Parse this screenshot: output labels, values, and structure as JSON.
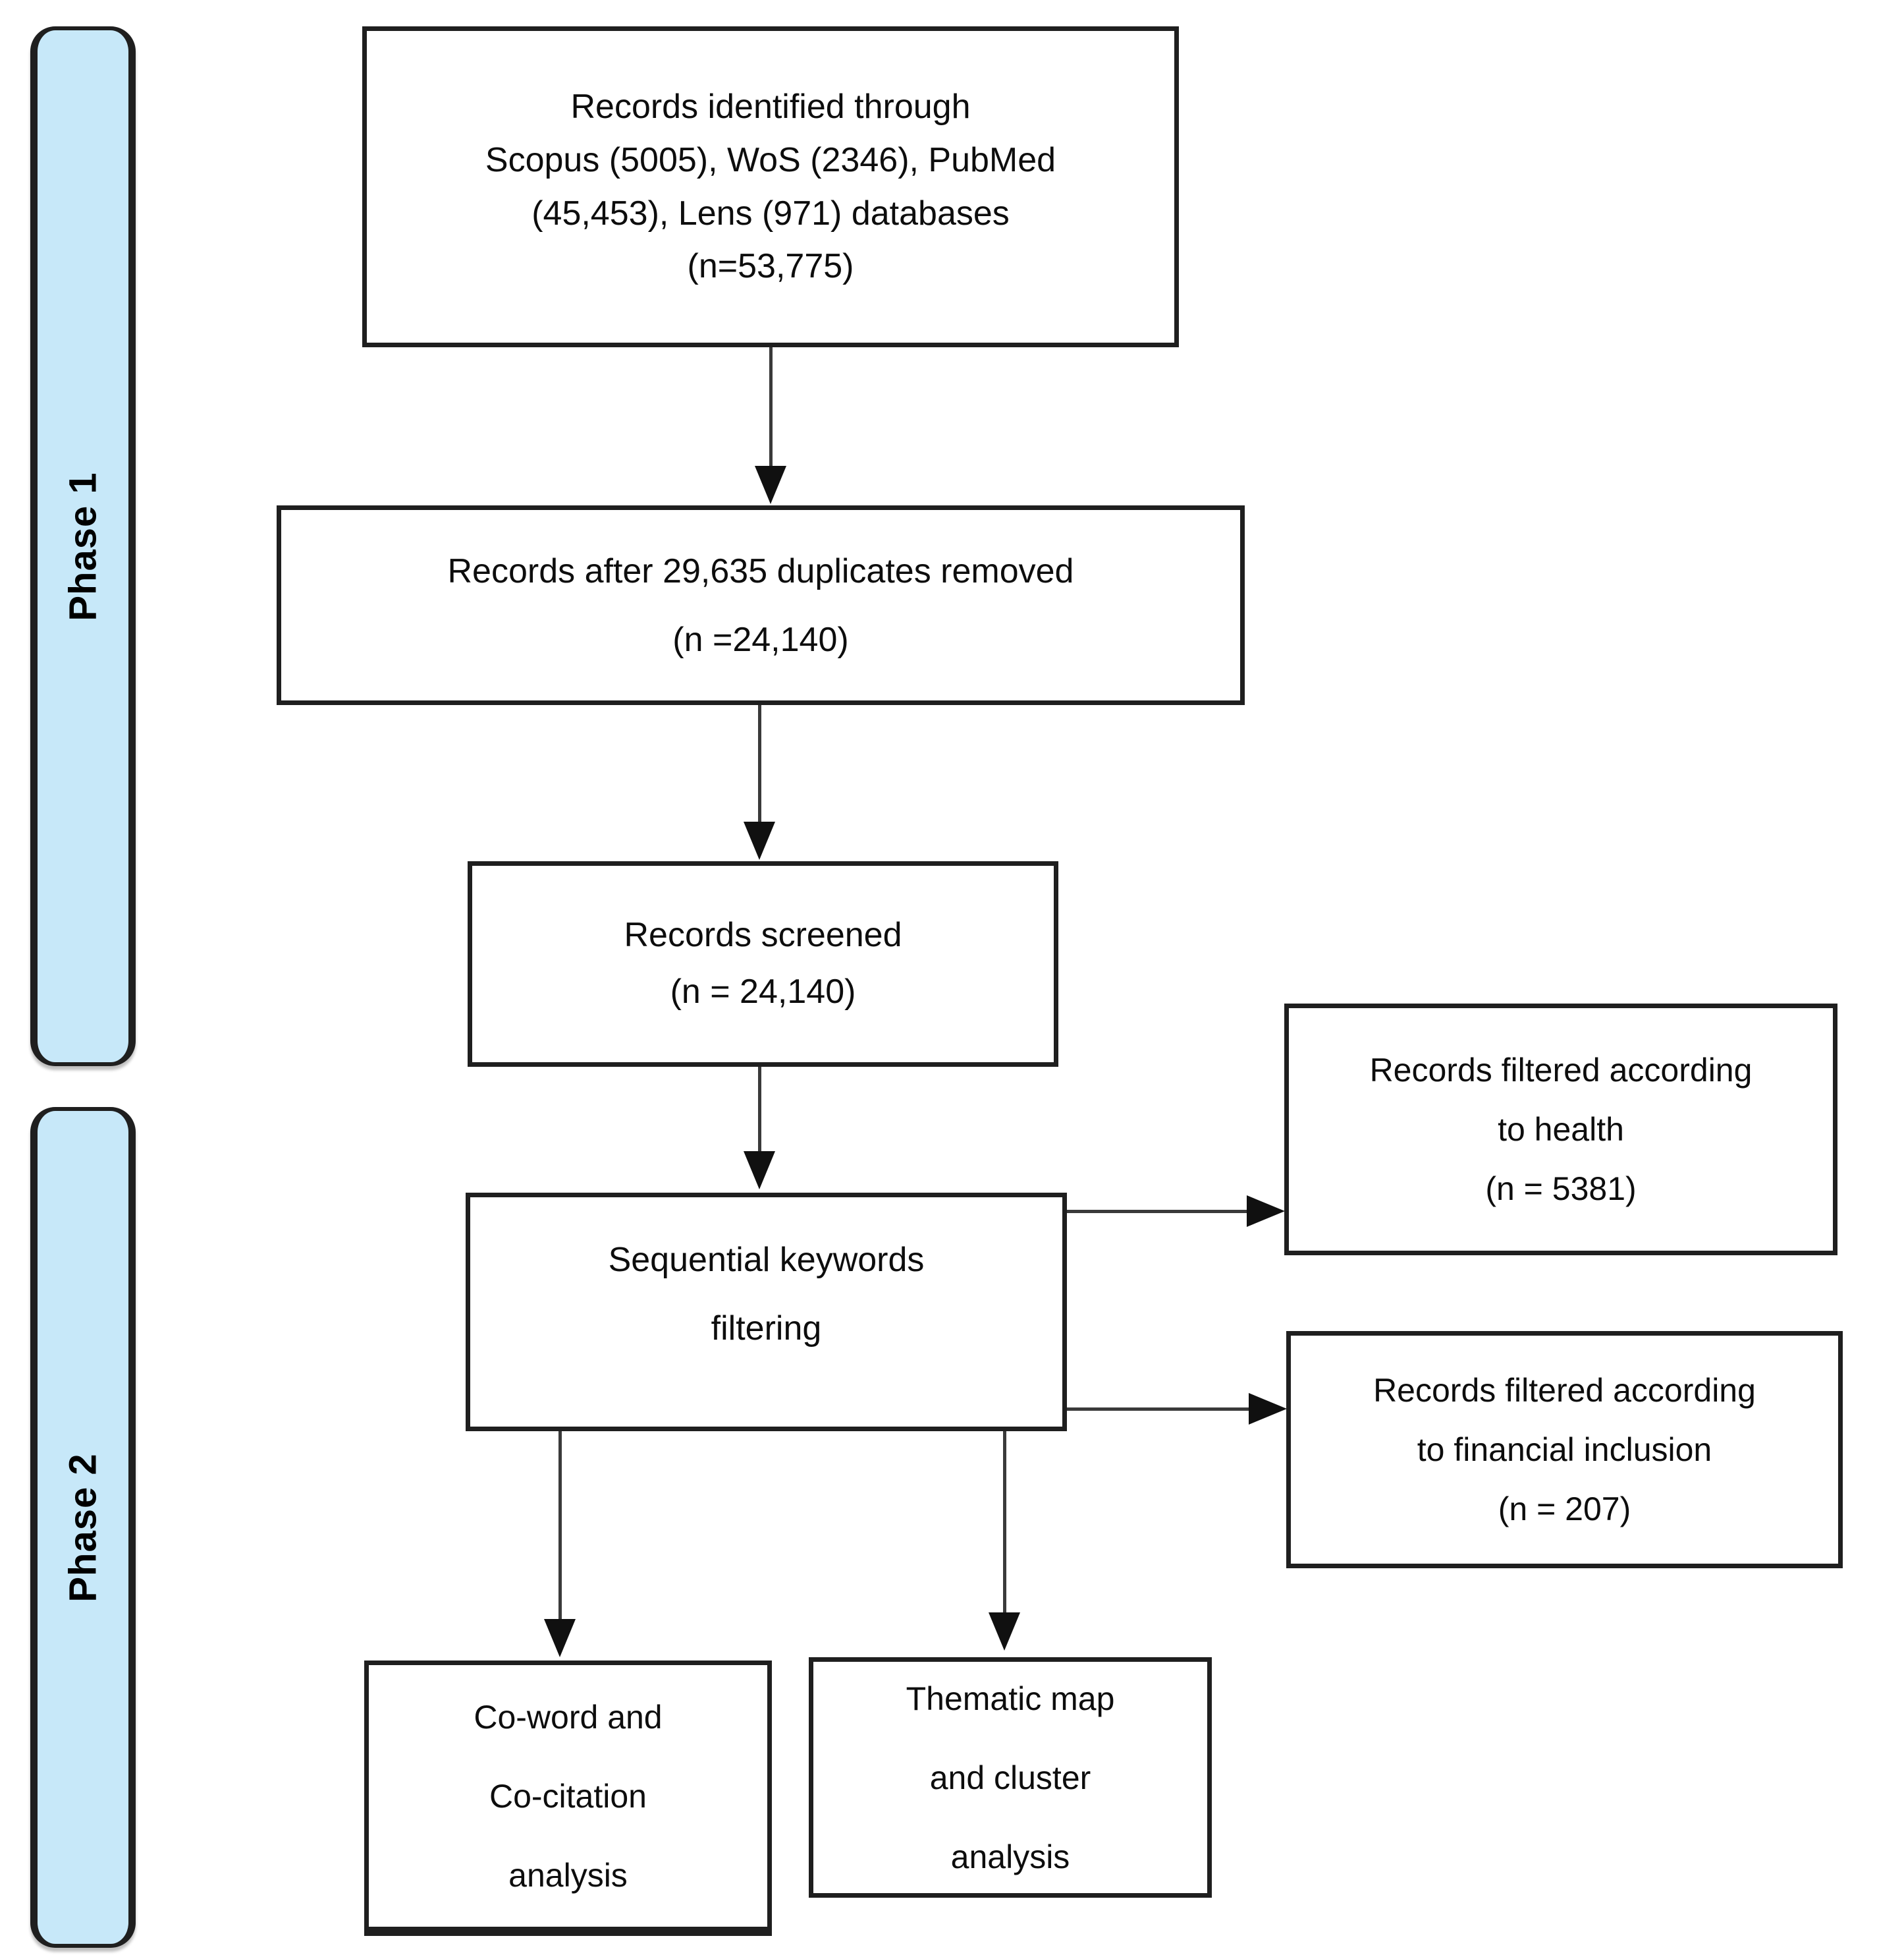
{
  "colors": {
    "phase_fill": "#c7e8f9",
    "border": "#1f1f1f",
    "line": "#3a3a3a"
  },
  "phases": {
    "phase1": {
      "label": "Phase 1"
    },
    "phase2": {
      "label": "Phase 2"
    }
  },
  "boxes": {
    "identified": {
      "text": "Records identified through\nScopus (5005), WoS (2346), PubMed\n(45,453), Lens (971) databases\n(n=53,775)"
    },
    "deduplicated": {
      "text": "Records after 29,635 duplicates removed\n(n =24,140)"
    },
    "screened": {
      "text": "Records screened\n(n = 24,140)"
    },
    "filtering": {
      "text": "Sequential keywords\nfiltering"
    },
    "filtered_health": {
      "text": "Records filtered according\nto health\n(n = 5381)"
    },
    "filtered_financial": {
      "text": "Records filtered according\nto financial inclusion\n(n = 207)"
    },
    "coword": {
      "text": "Co-word and\nCo-citation\nanalysis"
    },
    "thematic": {
      "text": "Thematic map\nand cluster\nanalysis"
    }
  }
}
